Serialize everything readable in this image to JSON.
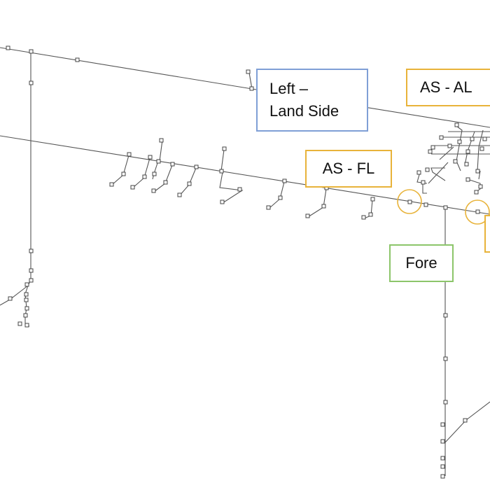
{
  "labels": {
    "left_land_side_line1": "Left –",
    "left_land_side_line2": "Land Side",
    "as_al": "AS - AL",
    "as_fl": "AS - FL",
    "fore": "Fore"
  },
  "colors": {
    "line": "#555555",
    "node_fill": "#ffffff",
    "node_stroke": "#444444",
    "left_box_border": "#7f9fd6",
    "as_box_border": "#e8b33a",
    "fore_box_border": "#8cc56a",
    "highlight_circle": "#e8b33a"
  }
}
